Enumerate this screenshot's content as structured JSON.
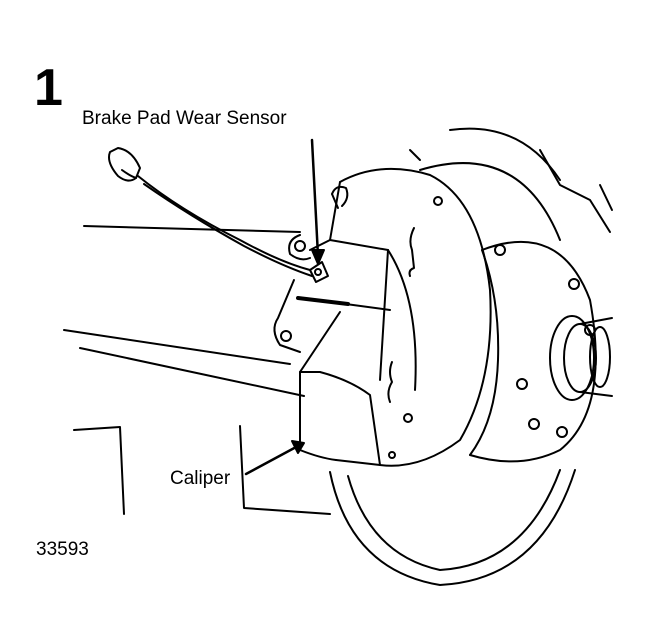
{
  "figure": {
    "step_number": "1",
    "figure_id": "33593"
  },
  "callouts": {
    "brake_pad_wear_sensor": "Brake Pad Wear Sensor",
    "caliper": "Caliper"
  },
  "colors": {
    "line": "#000000",
    "background": "#ffffff"
  }
}
